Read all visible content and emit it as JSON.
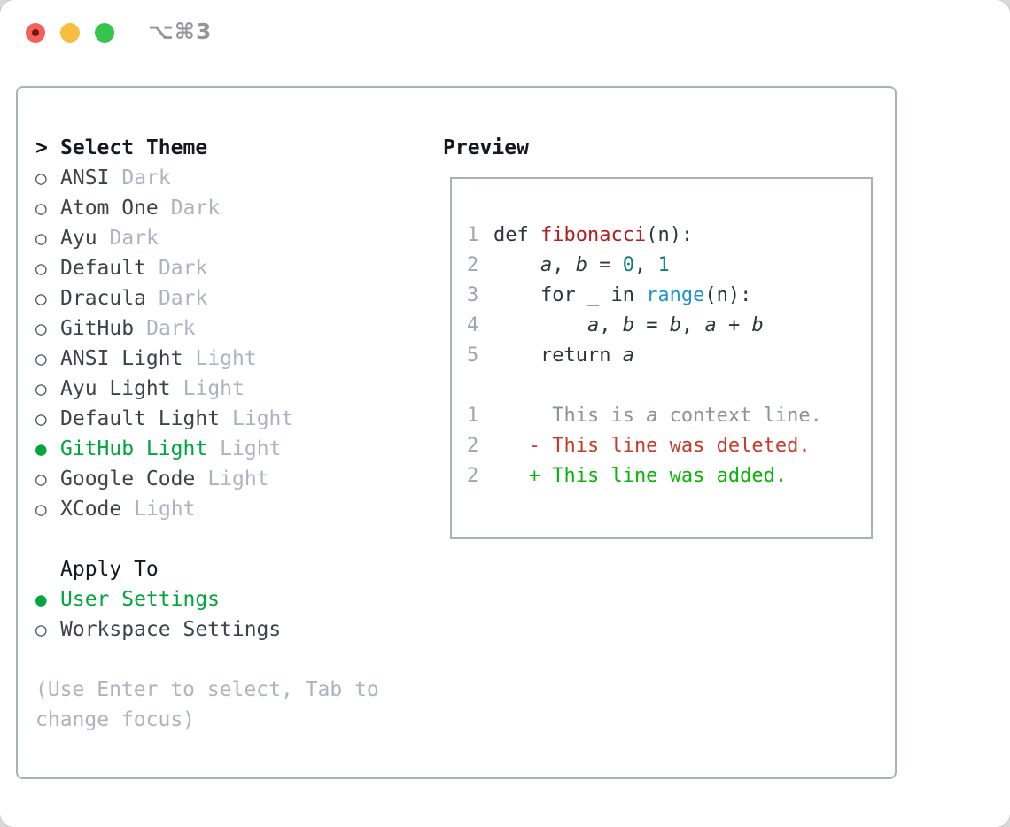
{
  "titlebar": {
    "shortcut": "⌥⌘3",
    "traffic_lights": [
      {
        "name": "close",
        "color": "#f4605a"
      },
      {
        "name": "minimize",
        "color": "#f6bd3f"
      },
      {
        "name": "zoom",
        "color": "#35c54a"
      }
    ]
  },
  "theme_list": {
    "title": "Select Theme",
    "cursor": ">",
    "radio_unselected_icon": "○",
    "radio_selected_icon": "●",
    "items": [
      {
        "name": "ANSI",
        "tag": "Dark",
        "selected": false
      },
      {
        "name": "Atom One",
        "tag": "Dark",
        "selected": false
      },
      {
        "name": "Ayu",
        "tag": "Dark",
        "selected": false
      },
      {
        "name": "Default",
        "tag": "Dark",
        "selected": false
      },
      {
        "name": "Dracula",
        "tag": "Dark",
        "selected": false
      },
      {
        "name": "GitHub",
        "tag": "Dark",
        "selected": false
      },
      {
        "name": "ANSI Light",
        "tag": "Light",
        "selected": false
      },
      {
        "name": "Ayu Light",
        "tag": "Light",
        "selected": false
      },
      {
        "name": "Default Light",
        "tag": "Light",
        "selected": false
      },
      {
        "name": "GitHub Light",
        "tag": "Light",
        "selected": true
      },
      {
        "name": "Google Code",
        "tag": "Light",
        "selected": false
      },
      {
        "name": "XCode",
        "tag": "Light",
        "selected": false
      }
    ]
  },
  "apply_to": {
    "title": "Apply To",
    "options": [
      {
        "name": "User Settings",
        "selected": true
      },
      {
        "name": "Workspace Settings",
        "selected": false
      }
    ]
  },
  "help_text": "(Use Enter to select, Tab to change focus)",
  "preview": {
    "title": "Preview",
    "lines": [
      {
        "num": "1",
        "kind": "code",
        "tokens": [
          [
            "def ",
            "code"
          ],
          [
            "fibonacci",
            "func"
          ],
          [
            "(n):",
            "code"
          ]
        ]
      },
      {
        "num": "2",
        "kind": "code",
        "tokens": [
          [
            "    ",
            "code"
          ],
          [
            "a",
            "var"
          ],
          [
            ", ",
            "code"
          ],
          [
            "b",
            "var"
          ],
          [
            " = ",
            "code"
          ],
          [
            "0",
            "num"
          ],
          [
            ", ",
            "code"
          ],
          [
            "1",
            "num"
          ]
        ]
      },
      {
        "num": "3",
        "kind": "code",
        "tokens": [
          [
            "    for _ in ",
            "code"
          ],
          [
            "range",
            "builtin"
          ],
          [
            "(n):",
            "code"
          ]
        ]
      },
      {
        "num": "4",
        "kind": "code",
        "tokens": [
          [
            "        ",
            "code"
          ],
          [
            "a",
            "var"
          ],
          [
            ", ",
            "code"
          ],
          [
            "b",
            "var"
          ],
          [
            " = ",
            "code"
          ],
          [
            "b",
            "var"
          ],
          [
            ", ",
            "code"
          ],
          [
            "a",
            "var"
          ],
          [
            " + ",
            "code"
          ],
          [
            "b",
            "var"
          ]
        ]
      },
      {
        "num": "5",
        "kind": "code",
        "tokens": [
          [
            "    return ",
            "code"
          ],
          [
            "a",
            "var"
          ]
        ]
      },
      {
        "num": "",
        "kind": "blank",
        "tokens": []
      },
      {
        "num": "1",
        "kind": "diff-context",
        "tokens": [
          [
            "     This is ",
            "ctx"
          ],
          [
            "a",
            "ctxvar"
          ],
          [
            " context line.",
            "ctx"
          ]
        ]
      },
      {
        "num": "2",
        "kind": "diff-deleted",
        "tokens": [
          [
            "   - This line was deleted.",
            "del"
          ]
        ]
      },
      {
        "num": "2",
        "kind": "diff-added",
        "tokens": [
          [
            "   + This line was added.",
            "add"
          ]
        ]
      }
    ]
  },
  "colors": {
    "selected_green": "#00a53c",
    "added_green": "#0ab408",
    "deleted_red": "#c63b2a",
    "function_red": "#b22020",
    "number_teal": "#0b7d79",
    "builtin_blue": "#1f95ce",
    "muted_gray": "#abb4c0",
    "border_gray": "#a9b1ba",
    "traffic_red": "#f4605a",
    "traffic_yellow": "#f6bd3f",
    "traffic_green": "#35c54a"
  }
}
